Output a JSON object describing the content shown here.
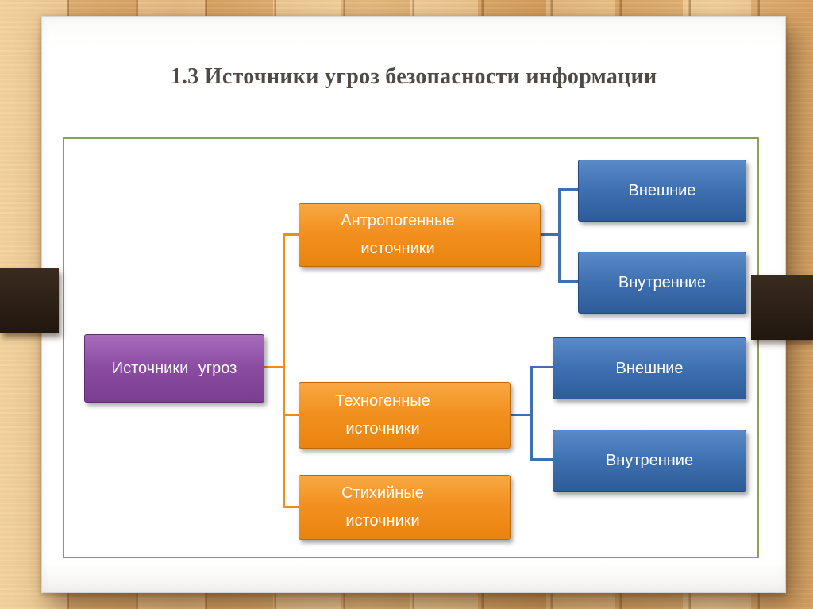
{
  "slide": {
    "title": "1.3 Источники угроз безопасности информации"
  },
  "diagram": {
    "root": {
      "label": "Источники угроз"
    },
    "branches": [
      {
        "line1": "Антропогенные",
        "line2": "источники",
        "children": [
          "Внешние",
          "Внутренние"
        ]
      },
      {
        "line1": "Техногенные",
        "line2": "источники",
        "children": [
          "Внешние",
          "Внутренние"
        ]
      },
      {
        "line1": "Стихийные",
        "line2": "источники",
        "children": []
      }
    ],
    "colors": {
      "root_box": "#8a4ba0",
      "branch_box": "#f29120",
      "leaf_box": "#3e6fb0",
      "frame_border": "#87a356",
      "branch_connector": "#ed8d1c",
      "leaf_connector": "#3f6fae",
      "ribbon": "#2c2016"
    }
  }
}
